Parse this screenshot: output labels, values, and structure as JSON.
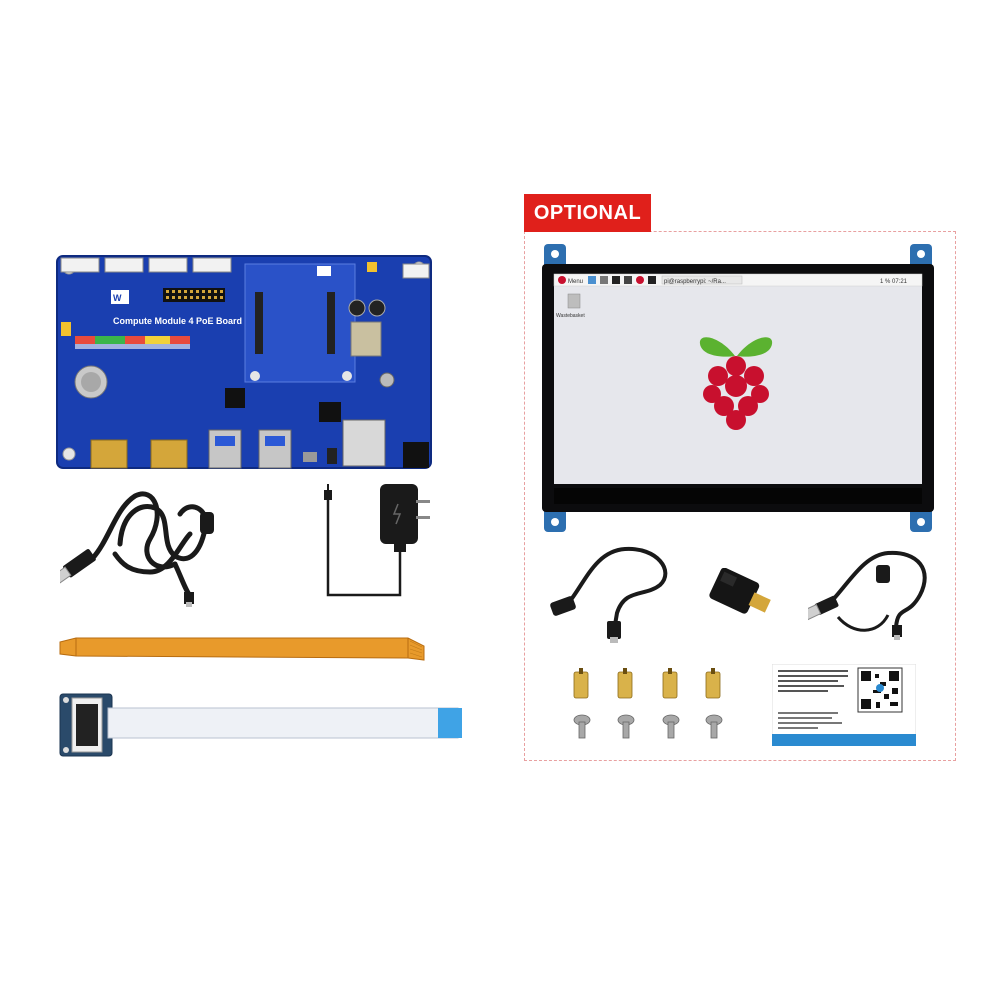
{
  "optional_badge": "OPTIONAL",
  "board": {
    "label": "Compute Module 4 PoE Board"
  },
  "screen": {
    "menu_label": "Menu",
    "taskbar_text": "pi@raspberrypi: ~/Ra...",
    "clock": "1 % 07:21",
    "desktop_icon_label": "Wastebasket"
  },
  "colors": {
    "badge": "#e0201b",
    "board_blue": "#1a3fb0",
    "ffc_orange": "#e89a2b",
    "screen_bg": "#e6e7ec",
    "raspberry": "#c8102e",
    "leaf": "#5bb230"
  }
}
